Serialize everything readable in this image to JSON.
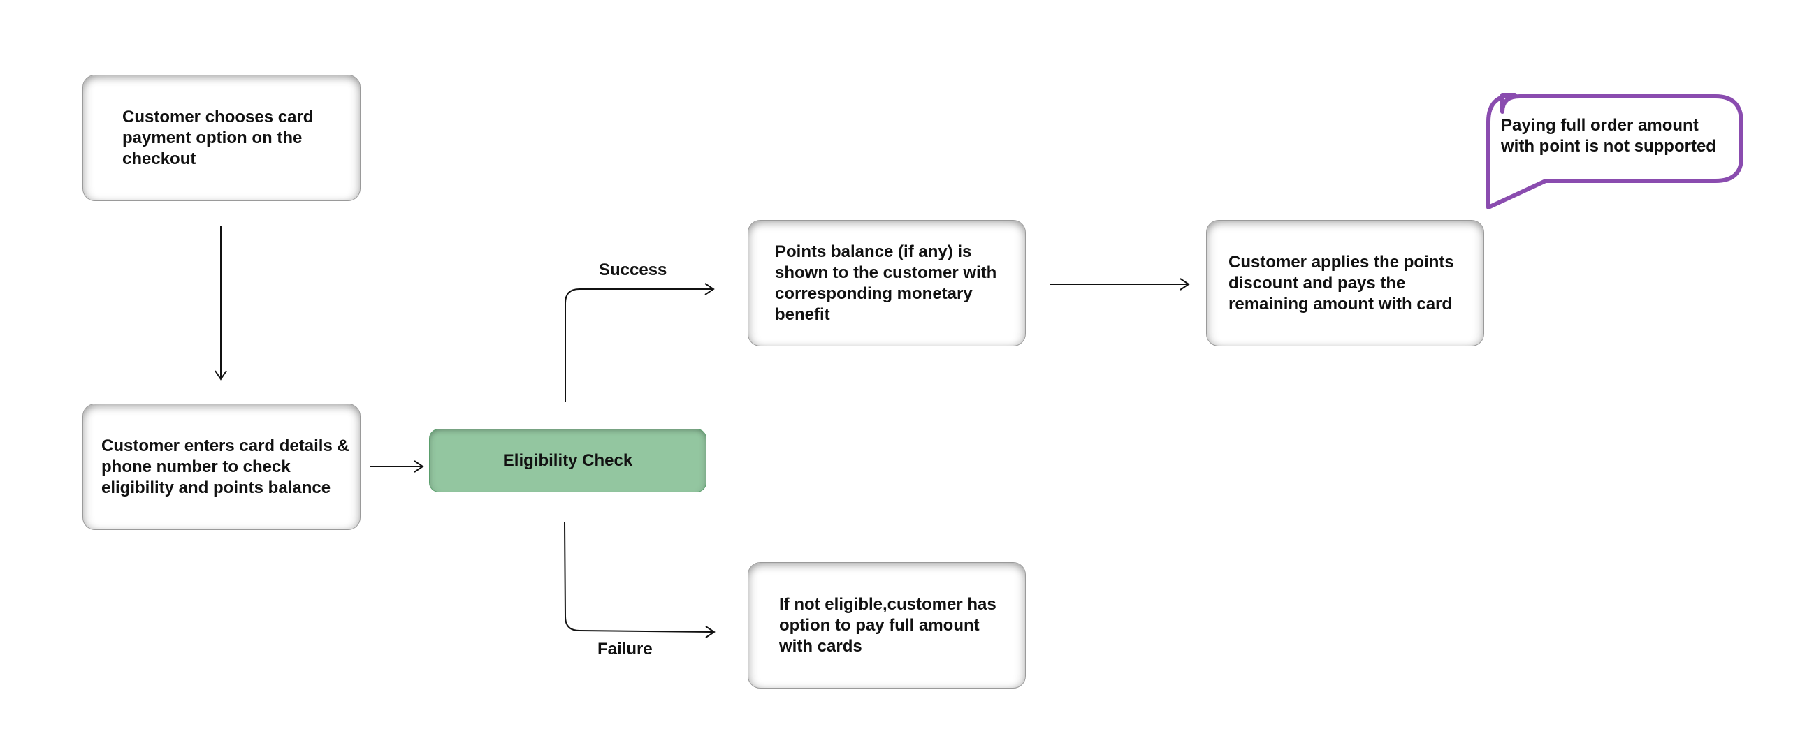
{
  "nodes": {
    "choose_card": "Customer chooses card\npayment option on the\ncheckout",
    "enter_details": "Customer enters card details &\nphone number to check\neligibility and points balance",
    "eligibility_check": "Eligibility Check",
    "points_balance": "Points balance (if any) is\nshown to the customer with\ncorresponding monetary\nbenefit",
    "apply_points": "Customer applies the points\ndiscount and pays the\n remaining amount with card",
    "not_eligible": "If not eligible,customer has\noption to pay full amount\nwith cards"
  },
  "edge_labels": {
    "success": "Success",
    "failure": "Failure"
  },
  "callout": {
    "text": "Paying full order amount\nwith point is not supported",
    "border_color": "#8a4caf"
  },
  "colors": {
    "eligibility_fill": "#93c6a0",
    "eligibility_border": "#5a9e6c",
    "node_border": "#9a9a9a",
    "connector": "#111111"
  }
}
